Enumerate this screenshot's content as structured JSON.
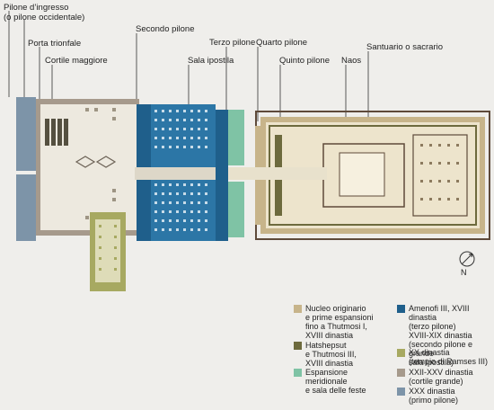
{
  "colors": {
    "background": "#efeeeb",
    "nucleo": "#c7b48a",
    "hatshepsut": "#6d6a3d",
    "meridionale": "#7fc3a5",
    "amenofi": "#1f5f8b",
    "ramses": "#a7a961",
    "xxii_xxv": "#a69a8c",
    "xxx": "#7d94a8",
    "wall_dark": "#5e4a3a"
  },
  "labels": {
    "pilone_ingresso": "Pilone d’ingresso\n(o pilone occidentale)",
    "porta_trionfale": "Porta trionfale",
    "cortile_maggiore": "Cortile maggiore",
    "secondo_pilone": "Secondo pilone",
    "sala_ipostila": "Sala ipostila",
    "terzo_pilone": "Terzo pilone",
    "quarto_pilone": "Quarto pilone",
    "quinto_pilone": "Quinto pilone",
    "naos": "Naos",
    "santuario": "Santuario o sacrario"
  },
  "compass": {
    "north": "N"
  },
  "legend": [
    {
      "key": "nucleo",
      "text": "Nucleo originario\ne prime espansioni\nfino a Thutmosi I,\nXVIII dinastia"
    },
    {
      "key": "hatshepsut",
      "text": "Hatshepsut\ne Thutmosi III,\nXVIII dinastia"
    },
    {
      "key": "meridionale",
      "text": "Espansione\nmeridionale\ne sala delle feste"
    },
    {
      "key": "amenofi",
      "text": "Amenofi III, XVIII dinastia\n(terzo pilone)\nXVIII-XIX dinastia\n(secondo pilone e grande\nsala ipostila)"
    },
    {
      "key": "ramses",
      "text": "XX dinastia\n(tempio di Ramses III)"
    },
    {
      "key": "xxii_xxv",
      "text": "XXII-XXV dinastia\n(cortile grande)"
    },
    {
      "key": "xxx",
      "text": "XXX dinastia\n(primo pilone)"
    }
  ]
}
